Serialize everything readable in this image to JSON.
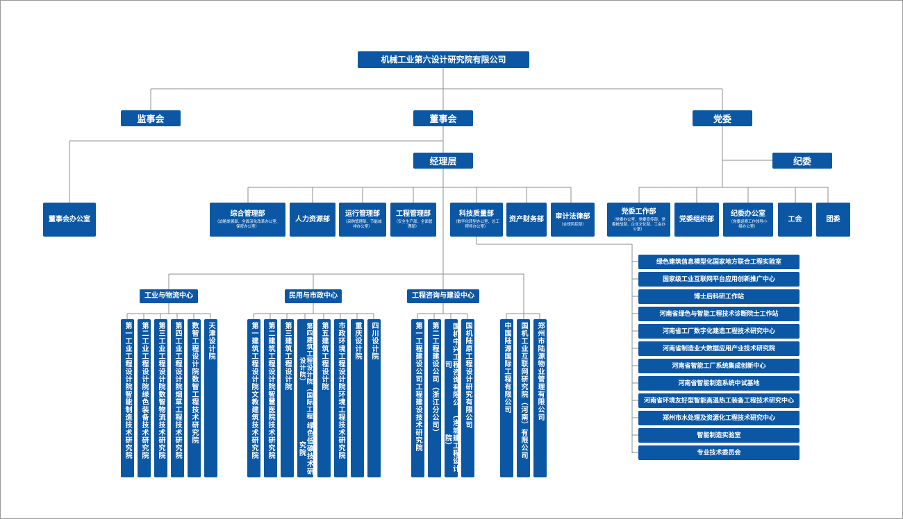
{
  "top": "机械工业第六设计研究院有限公司",
  "level2": {
    "left": "监事会",
    "center": "董事会",
    "right": "党委"
  },
  "manager": "经理层",
  "discipline": "纪委",
  "board_office": "董事会办公室",
  "departments": [
    {
      "name": "综合管理部",
      "sub": "（战略发展部、全面深化改革办公室、保密办公室）"
    },
    {
      "name": "人力资源部",
      "sub": ""
    },
    {
      "name": "运行管理部",
      "sub": "（采购管理部、节能减排办公室）"
    },
    {
      "name": "工程管理部",
      "sub": "（安全生产部、全面管理部）"
    },
    {
      "name": "科技质量部",
      "sub": "（数字化转型办公室、总工程师办公室）"
    },
    {
      "name": "资产财务部",
      "sub": ""
    },
    {
      "name": "审计法律部",
      "sub": "（合规风控部）"
    }
  ],
  "party_departments": [
    {
      "name": "党委工作部",
      "sub": "（党委办公室、党委宣传部、党委统战部、企业文化部、工会办公室）"
    },
    {
      "name": "党委组织部",
      "sub": ""
    },
    {
      "name": "纪委办公室",
      "sub": "（党委巡察工作领导小组办公室）"
    },
    {
      "name": "工会",
      "sub": ""
    },
    {
      "name": "团委",
      "sub": ""
    }
  ],
  "centers": [
    {
      "name": "工业与物流中心",
      "units": [
        {
          "a": "第一工业工程设计院",
          "b": "智能制造技术研究院"
        },
        {
          "a": "第二工业工程设计院",
          "b": "绿色装备技术研究院"
        },
        {
          "a": "第三工业工程设计院",
          "b": "数智物流技术研究院"
        },
        {
          "a": "第四工业工程设计院",
          "b": "烟草工程技术研究院"
        },
        {
          "a": "数智工程设计院",
          "b": "数智工程技术研究院"
        },
        {
          "a": "天津设计院",
          "b": ""
        }
      ]
    },
    {
      "name": "民用与市政中心",
      "units": [
        {
          "a": "第一建筑工程设计院",
          "b": "文教建筑技术研究院"
        },
        {
          "a": "第二建筑工程设计院",
          "b": "智慧医院技术研究院"
        },
        {
          "a": "第三建筑工程设计院",
          "b": ""
        },
        {
          "a": "第四建筑工程设计院（国际工程设计院）",
          "b": "绿色低碳技术研究院"
        },
        {
          "a": "第五建筑工程设计院",
          "b": ""
        },
        {
          "a": "市政环境工程设计院",
          "b": "环境工程技术研究院"
        },
        {
          "a": "重庆设计院",
          "b": ""
        },
        {
          "a": "四川设计院",
          "b": ""
        }
      ]
    },
    {
      "name": "工程咨询与建设中心",
      "units": [
        {
          "a": "第一工程建设公司",
          "b": "工程建设技术研究院"
        },
        {
          "a": "第二工程建设公司",
          "b": "（浙江分公司）"
        },
        {
          "a": "国机中兴工程咨询有限公司",
          "b": "（洛城建工程设计院）"
        },
        {
          "a": "国机陆原工程设计研究有限公司",
          "b": ""
        }
      ]
    }
  ],
  "independents": [
    {
      "a": "中国陆源国际工程有限公司",
      "b": ""
    },
    {
      "a": "国机工业互联网研究院（河南）有限公司",
      "b": ""
    },
    {
      "a": "郑州市陆源物业管理有限公司",
      "b": ""
    }
  ],
  "labs": [
    "绿色建筑信息模型化国家地方联合工程实验室",
    "国家级工业互联网平台应用创新推广中心",
    "博士后科研工作站",
    "河南省绿色与智能工程技术诊断院士工作站",
    "河南省工厂数字化建造工程技术研究中心",
    "河南省制造业大数据应用产业技术研究院",
    "河南省智能工厂系统集成创新中心",
    "河南省智能制造系统中试基地",
    "河南省环境友好型智能高温热工装备工程技术研究中心",
    "郑州市水处理及资源化工程技术研究中心",
    "智能制造实验室",
    "专业技术委员会"
  ],
  "colors": {
    "box": "#0b57a4",
    "line": "#8c8c8c",
    "frame": "#9a9a9a"
  }
}
